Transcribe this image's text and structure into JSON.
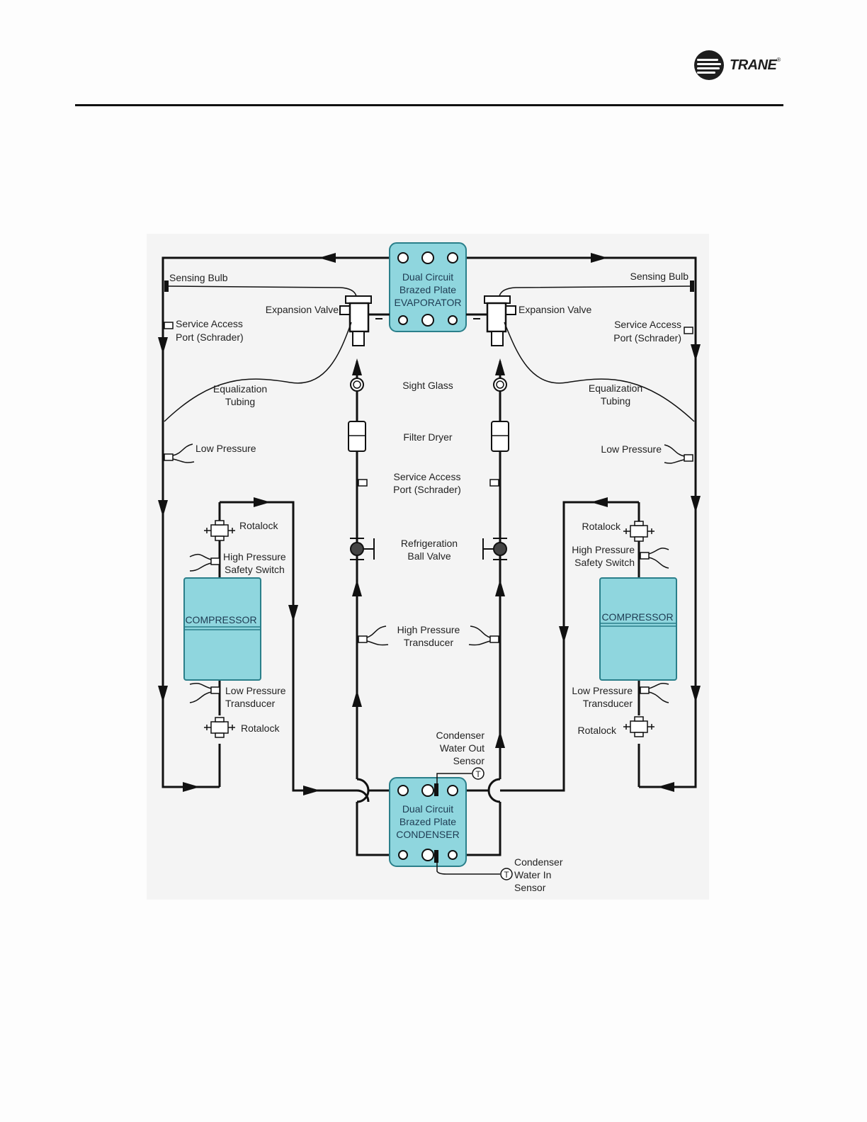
{
  "brand": {
    "name": "TRANE",
    "mark": "®"
  },
  "labels": {
    "evaporator": [
      "Dual Circuit",
      "Brazed Plate",
      "EVAPORATOR"
    ],
    "condenser": [
      "Dual Circuit",
      "Brazed Plate",
      "CONDENSER"
    ],
    "sensing_bulb": "Sensing Bulb",
    "expansion_valve": "Expansion Valve",
    "service_access": [
      "Service Access",
      "Port (Schrader)"
    ],
    "equalization": [
      "Equalization",
      "Tubing"
    ],
    "low_pressure": "Low Pressure",
    "sight_glass": "Sight Glass",
    "filter_dryer": "Filter Dryer",
    "refrigeration_ball_valve": [
      "Refrigeration",
      "Ball Valve"
    ],
    "rotalock": "Rotalock",
    "high_pressure_switch": [
      "High Pressure",
      "Safety Switch"
    ],
    "compressor": "COMPRESSOR",
    "high_pressure_transducer": [
      "High Pressure",
      "Transducer"
    ],
    "low_pressure_transducer": [
      "Low Pressure",
      "Transducer"
    ],
    "water_out_sensor": [
      "Condenser",
      "Water Out",
      "Sensor"
    ],
    "water_in_sensor": [
      "Condenser",
      "Water In",
      "Sensor"
    ],
    "temp_symbol": "T"
  },
  "colors": {
    "component_fill": "#8fd6de",
    "component_stroke": "#2a7f8a",
    "line": "#111111"
  }
}
